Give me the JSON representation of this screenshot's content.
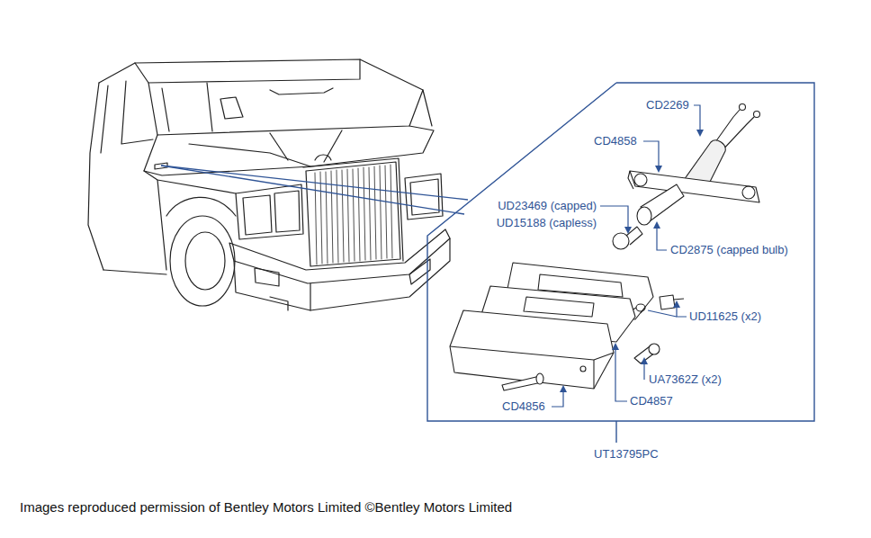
{
  "diagram": {
    "caption": "Images reproduced permission of Bentley Motors Limited ©Bentley Motors Limited",
    "labels": [
      "CD2269",
      "CD4858",
      "UD23469 (capped)",
      "UD15188 (capless)",
      "CD2875 (capped bulb)",
      "UD11625 (x2)",
      "UA7362Z (x2)",
      "CD4856",
      "CD4857",
      "UT13795PC"
    ]
  }
}
